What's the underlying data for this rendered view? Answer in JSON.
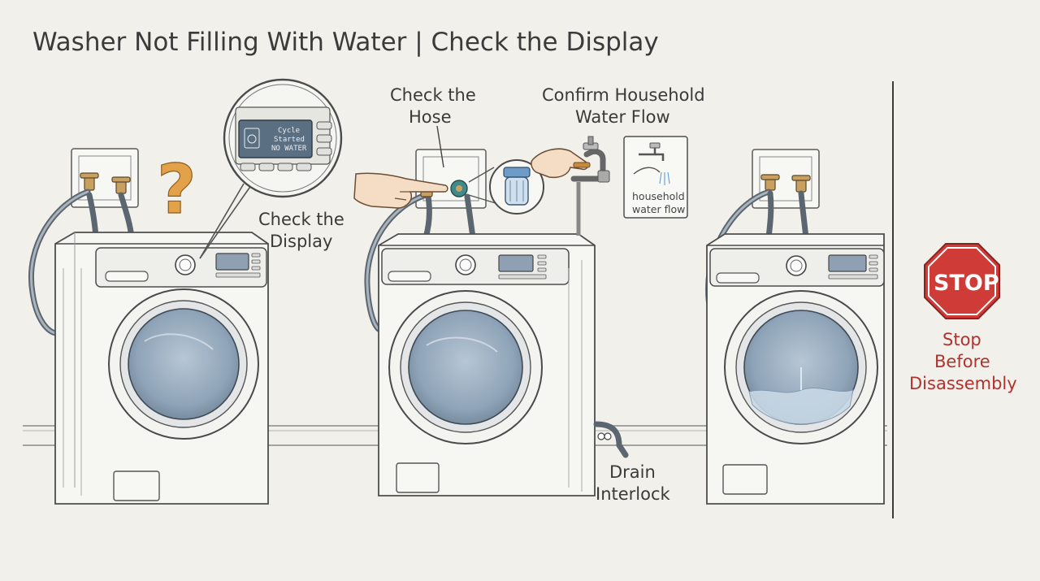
{
  "title": "Washer Not Filling With Water | Check the Display",
  "labels": {
    "display_1": "Check the",
    "display_2": "Display",
    "hose_1": "Check the",
    "hose_2": "Hose",
    "flow_1": "Confirm Household",
    "flow_2": "Water Flow",
    "drain_1": "Drain",
    "drain_2": "Interlock",
    "stop_1": "Stop",
    "stop_2": "Before",
    "stop_3": "Disassembly"
  },
  "display_screen": {
    "line1": "Cycle",
    "line2": "Started",
    "line3": "NO WATER"
  },
  "flow_card": {
    "line1": "household",
    "line2": "water flow"
  },
  "stop_sign": {
    "text": "STOP"
  },
  "colors": {
    "background": "#f1f0ea",
    "stop_red": "#cf3b36",
    "question_mark": "#e3a24a",
    "drum_blue": "#8fa4b8",
    "hose_gray": "#5b6670",
    "valve_brass": "#c9a060"
  },
  "icons": [
    "question-mark-icon",
    "faucet-icon",
    "inlet-filter-icon",
    "stop-sign-icon",
    "pointing-hand-icon"
  ]
}
